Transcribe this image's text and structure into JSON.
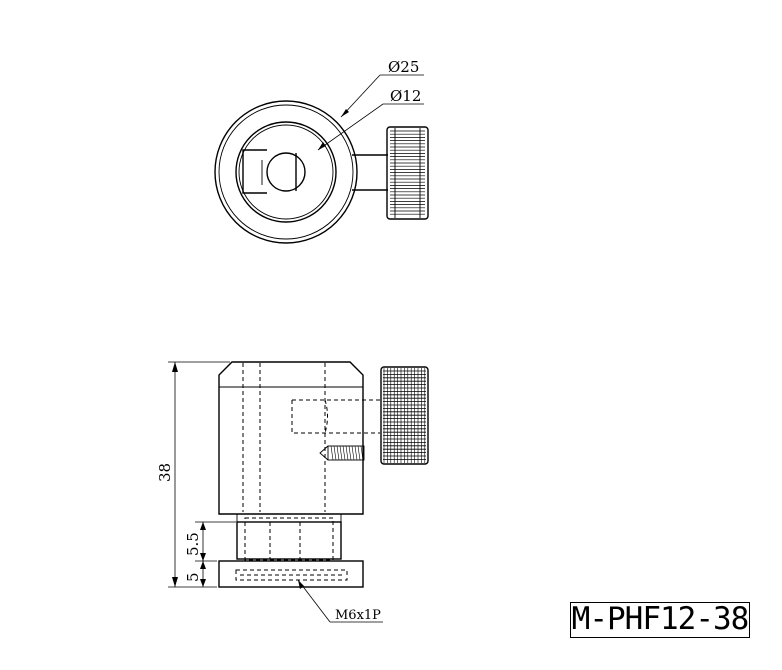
{
  "drawing": {
    "top_view": {
      "outer_diameter_label": "Ø25",
      "inner_diameter_label": "Ø12"
    },
    "front_view": {
      "height_label": "38",
      "step1_label": "5.5",
      "step2_label": "5",
      "thread_label": "M6x1P"
    },
    "part_number": "M-PHF12-38"
  }
}
